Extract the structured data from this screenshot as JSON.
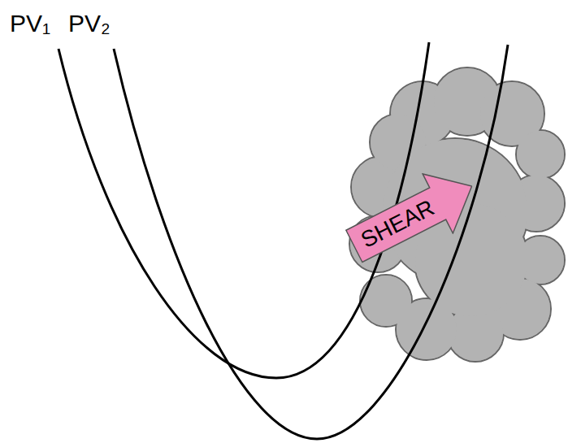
{
  "diagram": {
    "nodes": [
      {
        "text": [
          "SHEAR"
        ]
      }
    ],
    "labels": [
      "PV₁",
      "PV₂"
    ]
  }
}
